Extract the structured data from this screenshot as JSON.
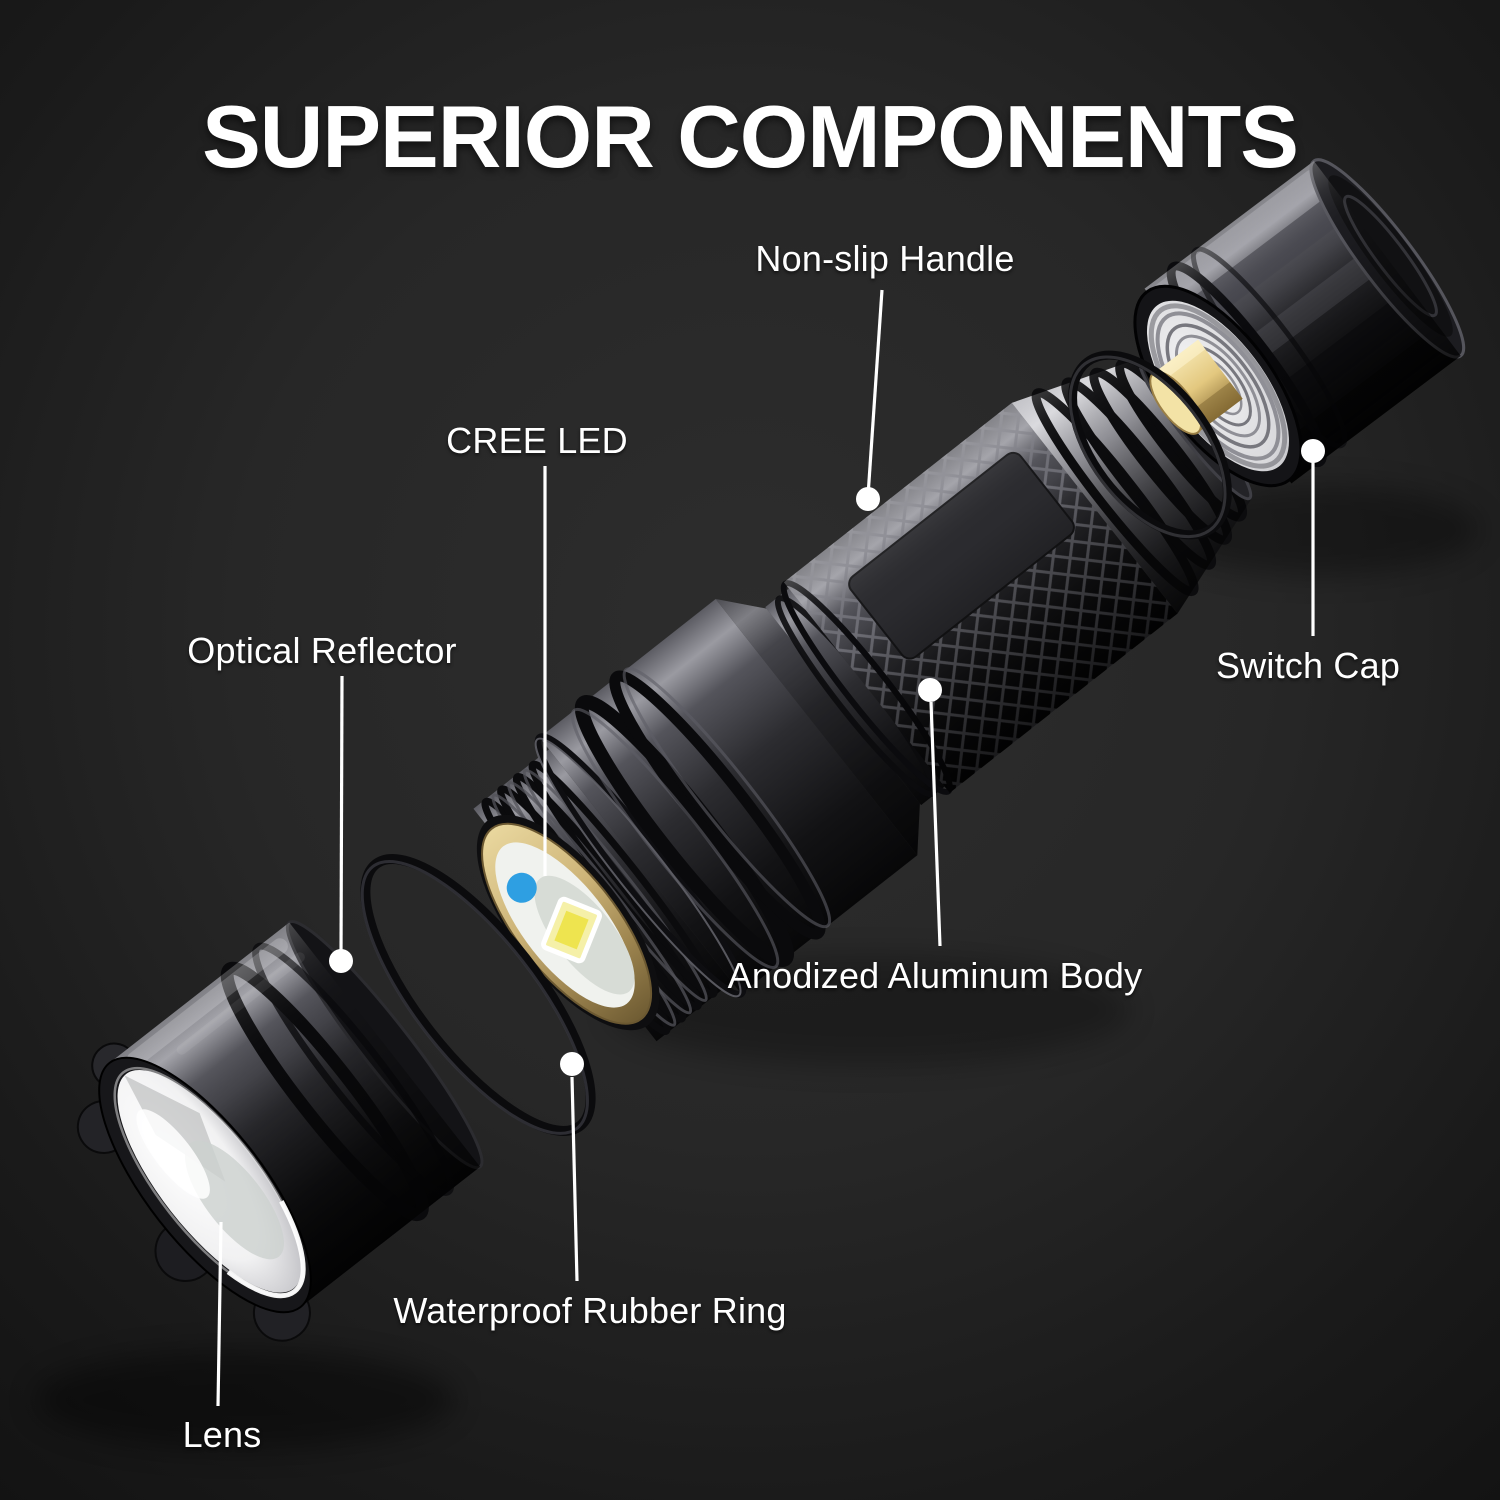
{
  "title": "SUPERIOR COMPONENTS",
  "labels": {
    "non_slip_handle": "Non-slip Handle",
    "cree_led": "CREE LED",
    "optical_reflector": "Optical Reflector",
    "switch_cap": "Switch Cap",
    "anodized_aluminum_body": "Anodized Aluminum Body",
    "waterproof_rubber_ring": "Waterproof Rubber Ring",
    "lens": "Lens"
  },
  "colors": {
    "background_center": "#2d2d2d",
    "background_edge": "#131313",
    "text": "#ffffff",
    "leader_line": "#ffffff",
    "flashlight_body_black": "#232327",
    "led_ring_gold": "#c9b578",
    "led_die_yellow": "#f5f0a8",
    "led_dot_blue": "#2e9fe2",
    "switch_button_gold": "#e3c87f",
    "spring_silver": "#d9d9dc"
  }
}
